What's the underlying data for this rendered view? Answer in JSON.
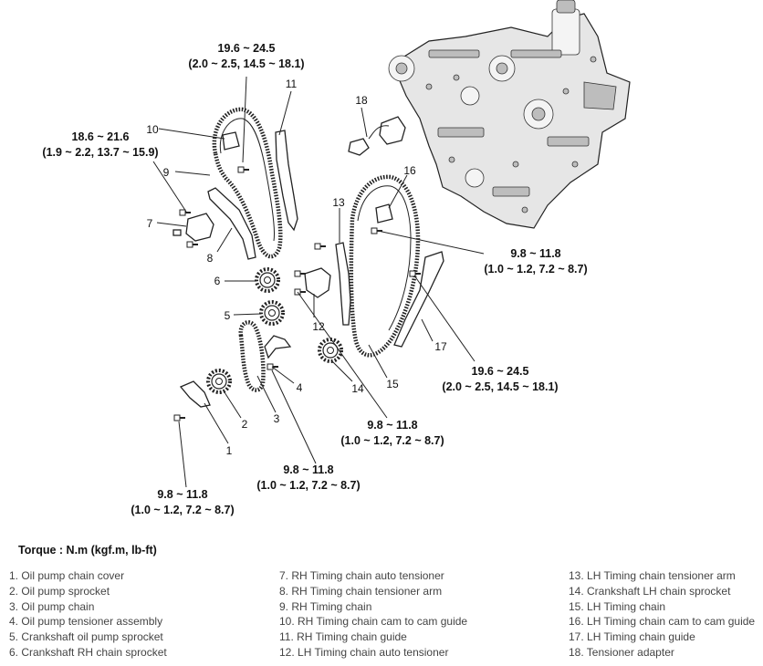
{
  "torque_specs": {
    "rh_top": {
      "value": "19.6 ~ 24.5",
      "units": "(2.0 ~ 2.5, 14.5 ~ 18.1)"
    },
    "rh_tensioner": {
      "value": "18.6 ~ 21.6",
      "units": "(1.9 ~ 2.2, 13.7 ~ 15.9)"
    },
    "lh_guide": {
      "value": "9.8 ~ 11.8",
      "units": "(1.0 ~ 1.2, 7.2 ~ 8.7)"
    },
    "lh_tensioner_arm": {
      "value": "19.6 ~ 24.5",
      "units": "(2.0 ~ 2.5, 14.5 ~ 18.1)"
    },
    "lh_auto_tensioner": {
      "value": "9.8 ~ 11.8",
      "units": "(1.0 ~ 1.2, 7.2 ~ 8.7)"
    },
    "oil_pump_tensioner": {
      "value": "9.8 ~ 11.8",
      "units": "(1.0 ~ 1.2, 7.2 ~ 8.7)"
    },
    "oil_pump_cover": {
      "value": "9.8 ~ 11.8",
      "units": "(1.0 ~ 1.2, 7.2 ~ 8.7)"
    }
  },
  "callouts": [
    "1",
    "2",
    "3",
    "4",
    "5",
    "6",
    "7",
    "8",
    "9",
    "10",
    "11",
    "12",
    "13",
    "14",
    "15",
    "16",
    "17",
    "18"
  ],
  "torque_heading": "Torque : N.m (kgf.m, lb-ft)",
  "legend": {
    "col1": [
      "1. Oil pump chain cover",
      "2. Oil pump sprocket",
      "3. Oil pump chain",
      "4. Oil pump tensioner assembly",
      "5. Crankshaft oil pump sprocket",
      "6. Crankshaft RH chain sprocket"
    ],
    "col2": [
      "7. RH Timing chain auto tensioner",
      "8. RH Timing chain tensioner arm",
      "9. RH Timing chain",
      "10. RH Timing chain cam to cam guide",
      "11. RH Timing chain guide",
      "12. LH Timing chain auto tensioner"
    ],
    "col3": [
      "13. LH Timing chain tensioner arm",
      "14. Crankshaft LH chain sprocket",
      "15. LH Timing chain",
      "16. LH Timing chain cam to cam guide",
      "17. LH Timing chain guide",
      "18. Tensioner adapter"
    ]
  }
}
